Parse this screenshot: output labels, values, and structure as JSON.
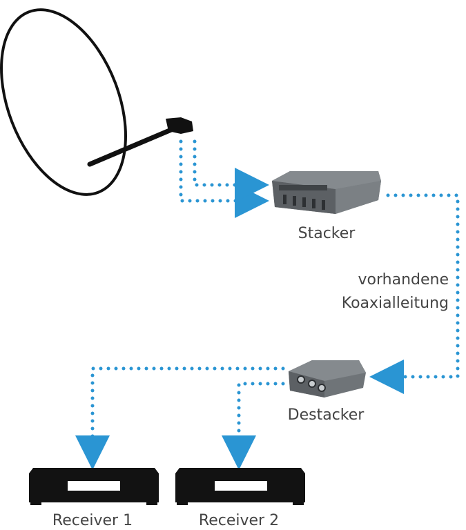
{
  "labels": {
    "stacker": "Stacker",
    "cable": [
      "vorhandene",
      "Koaxialleitung"
    ],
    "destacker": "Destacker",
    "receiver1": "Receiver 1",
    "receiver2": "Receiver 2"
  },
  "colors": {
    "signal": "#2a95d3",
    "dish": "#111111",
    "device_body": "#6f7478",
    "device_dark": "#4c5054",
    "receiver": "#121212",
    "text": "#444444"
  },
  "icons": {
    "dish": "satellite-dish-icon",
    "stacker": "stacker-device-icon",
    "destacker": "destacker-device-icon",
    "receiver": "receiver-box-icon"
  }
}
